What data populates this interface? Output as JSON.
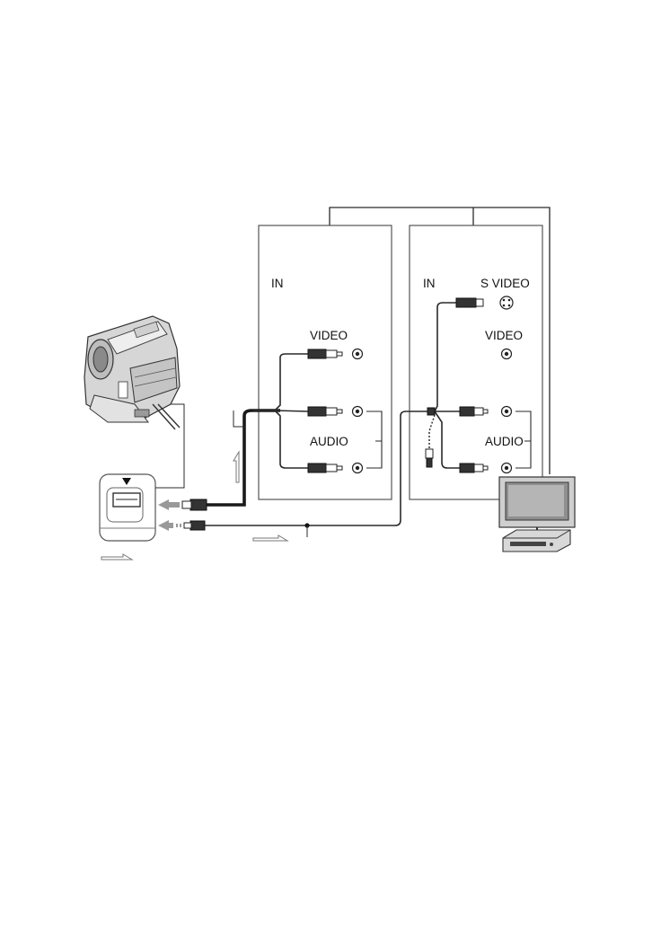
{
  "panel_left": {
    "in_label": "IN",
    "video_label": "VIDEO",
    "audio_label": "AUDIO"
  },
  "panel_right": {
    "in_label": "IN",
    "svideo_label": "S VIDEO",
    "video_label": "VIDEO",
    "audio_label": "AUDIO"
  },
  "icons": {
    "camcorder": "camcorder-icon",
    "av_jack_cover": "av-jack-cover-icon",
    "tv_vcr": "tv-vcr-icon",
    "signal_flow_arrows": "hollow-arrow-icon"
  }
}
